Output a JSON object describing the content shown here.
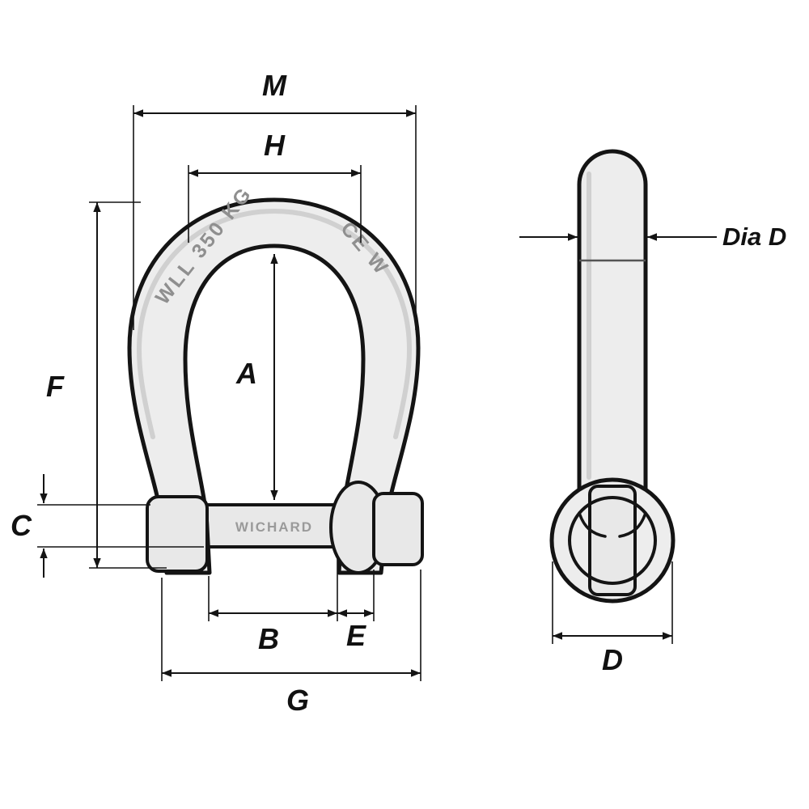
{
  "diagram": {
    "type": "technical-drawing",
    "subject": "bow-shackle-with-pin",
    "colors": {
      "background": "#ffffff",
      "line": "#141414",
      "metal_fill": "#ededed",
      "engraving": "#8f8f8f"
    },
    "front_view": {
      "engraving_left": "WLL 350 KG",
      "engraving_right": "CE W",
      "pin_brand": "WICHARD"
    },
    "dimensions": {
      "M": "M",
      "H": "H",
      "A": "A",
      "F": "F",
      "C": "C",
      "B": "B",
      "E": "E",
      "G": "G",
      "dia_d": "Dia D",
      "D": "D"
    }
  }
}
